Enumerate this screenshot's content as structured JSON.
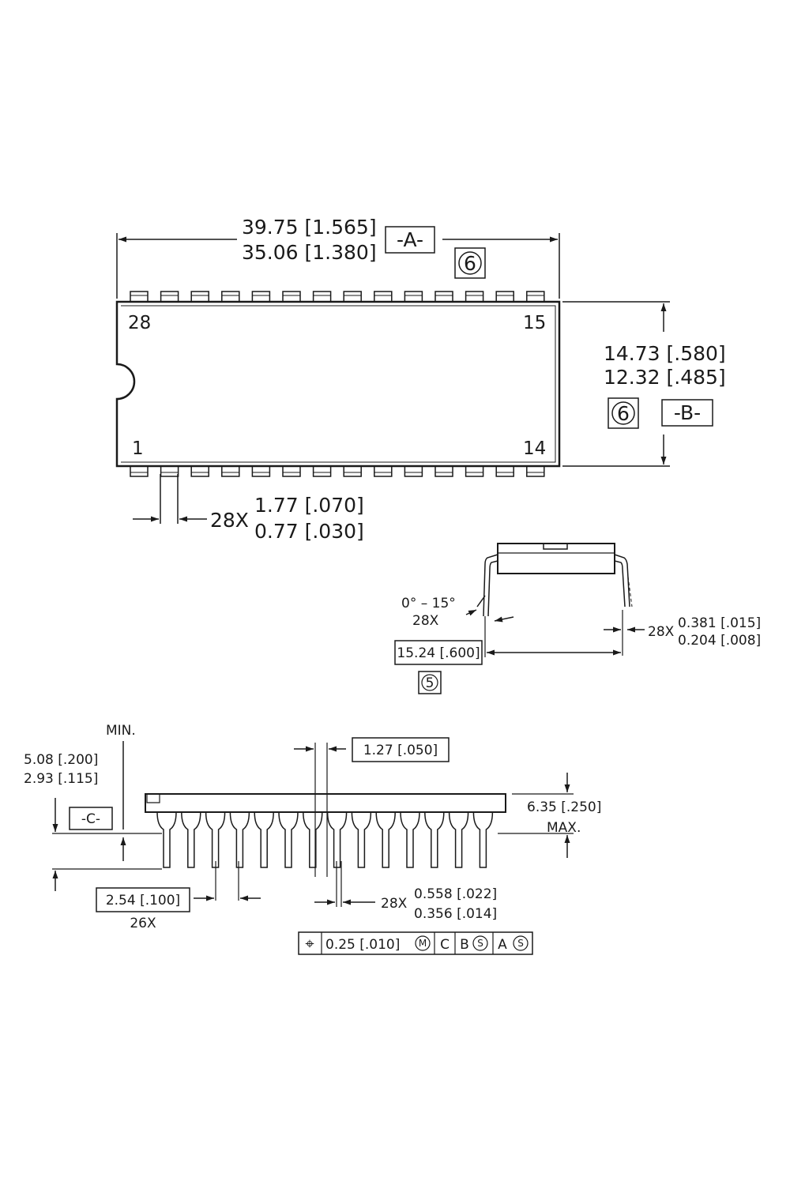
{
  "top_view": {
    "length_max": "39.75 [1.565]",
    "length_min": "35.06 [1.380]",
    "datum_a": "-A-",
    "note_length": "6",
    "width_max": "14.73 [.580]",
    "width_min": "12.32 [.485]",
    "note_width": "6",
    "datum_b": "-B-",
    "pin_28": "28",
    "pin_15": "15",
    "pin_1": "1",
    "pin_14": "14",
    "lead_count": "28X",
    "lead_width_max": "1.77 [.070]",
    "lead_width_min": "0.77 [.030]"
  },
  "end_view": {
    "angle": "0° – 15°",
    "angle_count": "28X",
    "thickness_count": "28X",
    "thickness_max": "0.381 [.015]",
    "thickness_min": "0.204 [.008]",
    "row_spacing": "15.24 [.600]",
    "note_spacing": "5"
  },
  "side_view": {
    "min_label": "MIN.",
    "seat_max": "5.08 [.200]",
    "seat_min": "2.93 [.115]",
    "datum_c": "-C-",
    "end_lead": "1.27 [.050]",
    "height": "6.35 [.250]",
    "height_note": "MAX.",
    "pitch": "2.54 [.100]",
    "pitch_count": "26X",
    "lead_count": "28X",
    "lead_width_max": "0.558 [.022]",
    "lead_width_min": "0.356 [.014]"
  },
  "tolerance_frame": {
    "symbol": "⌖",
    "tolerance": "0.25 [.010]",
    "modifier_m": "M",
    "datum_1": "C",
    "datum_2": "B",
    "modifier_s1": "S",
    "datum_3": "A",
    "modifier_s2": "S"
  }
}
